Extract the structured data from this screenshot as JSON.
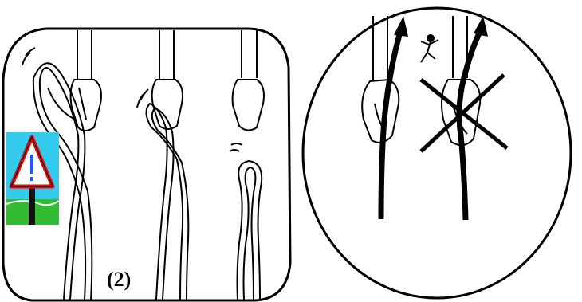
{
  "panels": {
    "left": {
      "step_label": "(2)",
      "warning_sign_icon": "warning-triangle-exclamation",
      "colors": {
        "sky": "#33ccee",
        "grass": "#33bb33",
        "sign_border": "#dd1111",
        "exclamation": "#2255ff"
      }
    },
    "right": {
      "figure_icon": "falling-climber",
      "cross_icon": "x-cross-wrong"
    }
  }
}
